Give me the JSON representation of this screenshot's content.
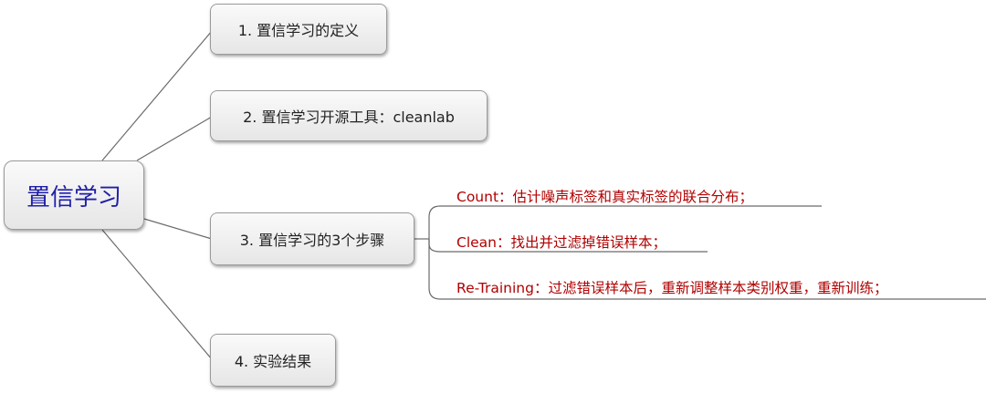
{
  "root": {
    "label": "置信学习"
  },
  "branches": [
    {
      "label": "1. 置信学习的定义"
    },
    {
      "label": "2. 置信学习开源工具：cleanlab"
    },
    {
      "label": "3. 置信学习的3个步骤"
    },
    {
      "label": "4. 实验结果"
    }
  ],
  "steps": [
    {
      "label": "Count：估计噪声标签和真实标签的联合分布；"
    },
    {
      "label": "Clean：找出并过滤掉错误样本；"
    },
    {
      "label": "Re-Training：过滤错误样本后，重新调整样本类别权重，重新训练；"
    }
  ],
  "colors": {
    "root_text": "#1f1fa8",
    "step_text": "#b00000",
    "line": "#666666"
  }
}
